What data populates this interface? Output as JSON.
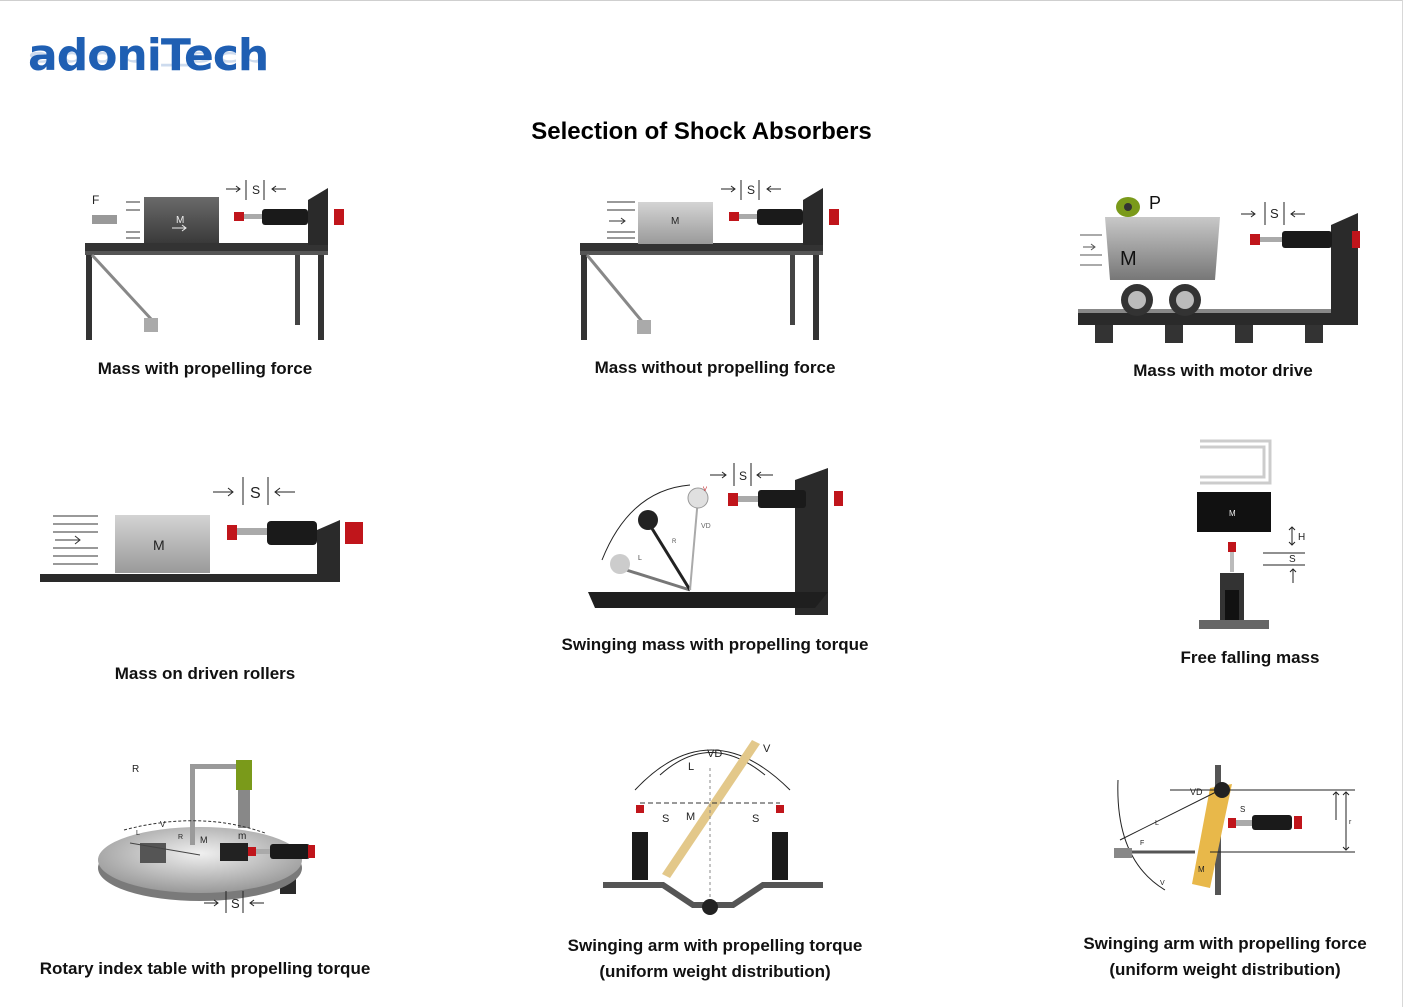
{
  "brand": {
    "logo_text": "adoniTech"
  },
  "page": {
    "title": "Selection of Shock Absorbers"
  },
  "cards": [
    {
      "caption": "Mass with propelling force",
      "labels": {
        "force": "F",
        "mass": "M",
        "stroke": "S"
      }
    },
    {
      "caption": "Mass without propelling force",
      "labels": {
        "mass": "M",
        "stroke": "S"
      }
    },
    {
      "caption": "Mass with motor drive",
      "labels": {
        "power": "P",
        "mass": "M",
        "stroke": "S"
      }
    },
    {
      "caption": "Mass on driven rollers",
      "labels": {
        "mass": "M",
        "stroke": "S"
      }
    },
    {
      "caption": "Swinging mass with propelling torque",
      "labels": {
        "stroke": "S",
        "velocity": "V",
        "velocity_d": "VD",
        "radius": "R",
        "length": "L"
      }
    },
    {
      "caption": "Free falling mass",
      "labels": {
        "mass": "M",
        "height": "H",
        "stroke": "S"
      }
    },
    {
      "caption": "Rotary index table with propelling torque",
      "labels": {
        "radius": "R",
        "velocity": "V",
        "radius_r": "R",
        "length": "L",
        "mass": "M",
        "mass_small": "m",
        "stroke": "S"
      }
    },
    {
      "caption_line1": "Swinging arm with propelling torque",
      "caption_line2": "(uniform weight distribution)",
      "labels": {
        "velocity_d": "VD",
        "velocity": "V",
        "length": "L",
        "stroke_left": "S",
        "stroke_right": "S",
        "mass": "M"
      }
    },
    {
      "caption_line1": "Swinging arm with propelling force",
      "caption_line2": "(uniform weight distribution)",
      "labels": {
        "velocity_d": "VD",
        "length": "L",
        "force": "F",
        "velocity": "V",
        "stroke": "S",
        "mass": "M",
        "r": "r"
      }
    }
  ],
  "colors": {
    "brand_blue": "#1f5fb3",
    "absorber_red": "#c0151b",
    "arm_yellow": "#e8b84a",
    "motor_green": "#7a9a1a"
  }
}
